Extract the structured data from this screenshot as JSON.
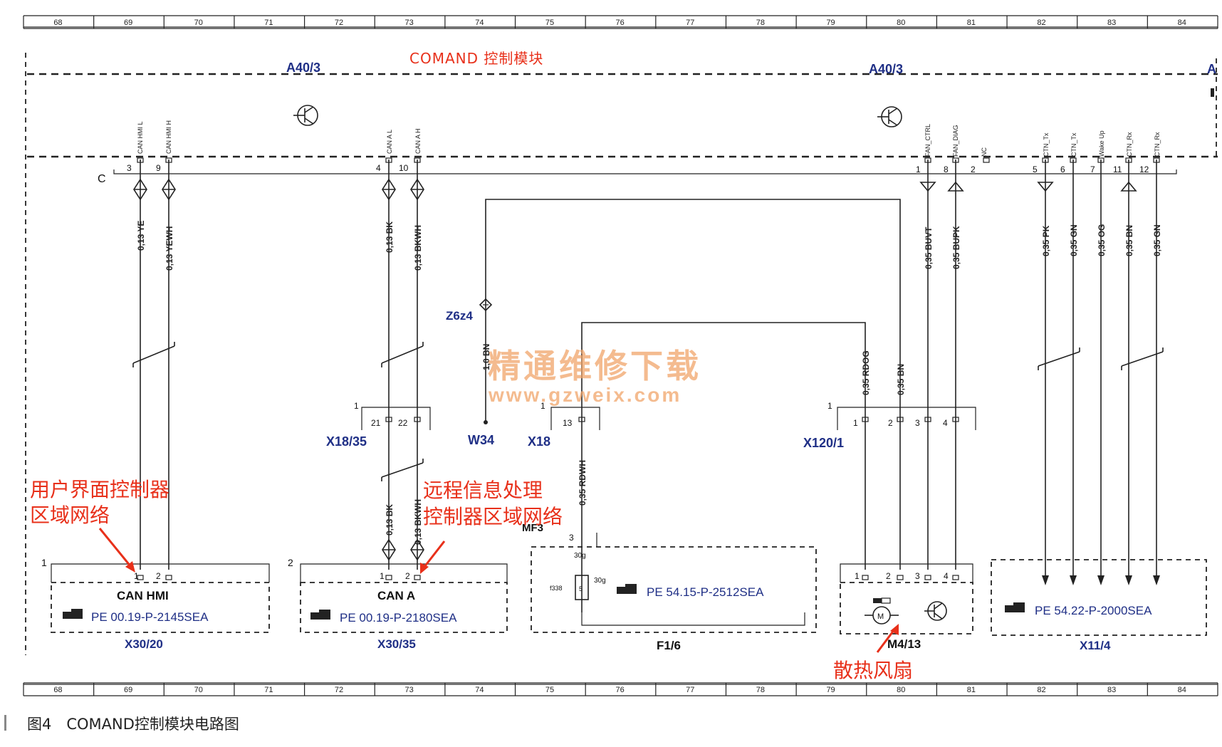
{
  "diagram": {
    "ruler": [
      "68",
      "69",
      "70",
      "71",
      "72",
      "73",
      "74",
      "75",
      "76",
      "77",
      "78",
      "79",
      "80",
      "81",
      "82",
      "83",
      "84"
    ],
    "module_title": "COMAND 控制模块",
    "module_ref_left": "A40/3",
    "module_ref_right": "A40/3",
    "module_ref_edge": "A",
    "connector_c": "C",
    "signals": [
      "CAN HMI L",
      "CAN HMI H",
      "CAN A L",
      "CAN A H",
      "FAN_CTRL",
      "FAN_DIAG",
      "NC",
      "CTN_Tx",
      "CTN_Tx",
      "Wake Up",
      "CTN_Rx",
      "CTN_Rx"
    ],
    "pins_top": [
      "3",
      "9",
      "4",
      "10",
      "1",
      "8",
      "2",
      "5",
      "6",
      "7",
      "11",
      "12"
    ],
    "wires": [
      "0,13 YE",
      "0,13 YEWH",
      "0,13 BK",
      "0,13 BKWH",
      "0,35 BUVT",
      "0,35 BUPK",
      "0,35 PK",
      "0,35 GN",
      "0,35 OG",
      "0,35 BN",
      "0,35 GN",
      "1,0 BN",
      "0,35 RDOG",
      "0,35 BN",
      "0,35 RDWH",
      "0,13 BK",
      "0,13 BKWH"
    ],
    "ground_point": "Z6z4",
    "connectors": {
      "x18_35": {
        "name": "X18/35",
        "pin_group": "1",
        "pins": [
          "21",
          "22"
        ]
      },
      "w34": "W34",
      "x18": {
        "name": "X18",
        "pin_group": "1",
        "pins": [
          "13"
        ]
      },
      "x120_1": {
        "name": "X120/1",
        "pin_group": "1",
        "pins": [
          "1",
          "2",
          "3",
          "4"
        ]
      },
      "mf3": "MF3"
    },
    "components": {
      "x30_20": {
        "name": "X30/20",
        "group": "1",
        "pins": [
          "1",
          "2"
        ],
        "title": "CAN HMI",
        "ref": "PE 00.19-P-2145SEA"
      },
      "x30_35": {
        "name": "X30/35",
        "group": "2",
        "pins": [
          "1",
          "2"
        ],
        "title": "CAN A",
        "ref": "PE 00.19-P-2180SEA"
      },
      "f1_6": {
        "name": "F1/6",
        "pin": "3",
        "fuse_in": "30g",
        "fuse_out": "30g",
        "fuse_label": "f338",
        "fuse_value": "5",
        "ref": "PE 54.15-P-2512SEA"
      },
      "m4_13": {
        "name": "M4/13",
        "pins": [
          "1",
          "2",
          "3",
          "4"
        ]
      },
      "x11_4": {
        "name": "X11/4",
        "ref": "PE 54.22-P-2000SEA"
      }
    },
    "annotations": {
      "hmi_line1": "用户界面控制器",
      "hmi_line2": "区域网络",
      "tele_line1": "远程信息处理",
      "tele_line2": "控制器区域网络",
      "fan": "散热风扇"
    },
    "watermark": {
      "line1": "精通维修下载",
      "line2": "www.gzweix.com"
    },
    "caption": "图4　COMAND控制模块电路图"
  },
  "colors": {
    "annotation": "#e8301a",
    "label_blue": "#1f2f86",
    "line": "#222222",
    "watermark": "#f0a46a"
  }
}
